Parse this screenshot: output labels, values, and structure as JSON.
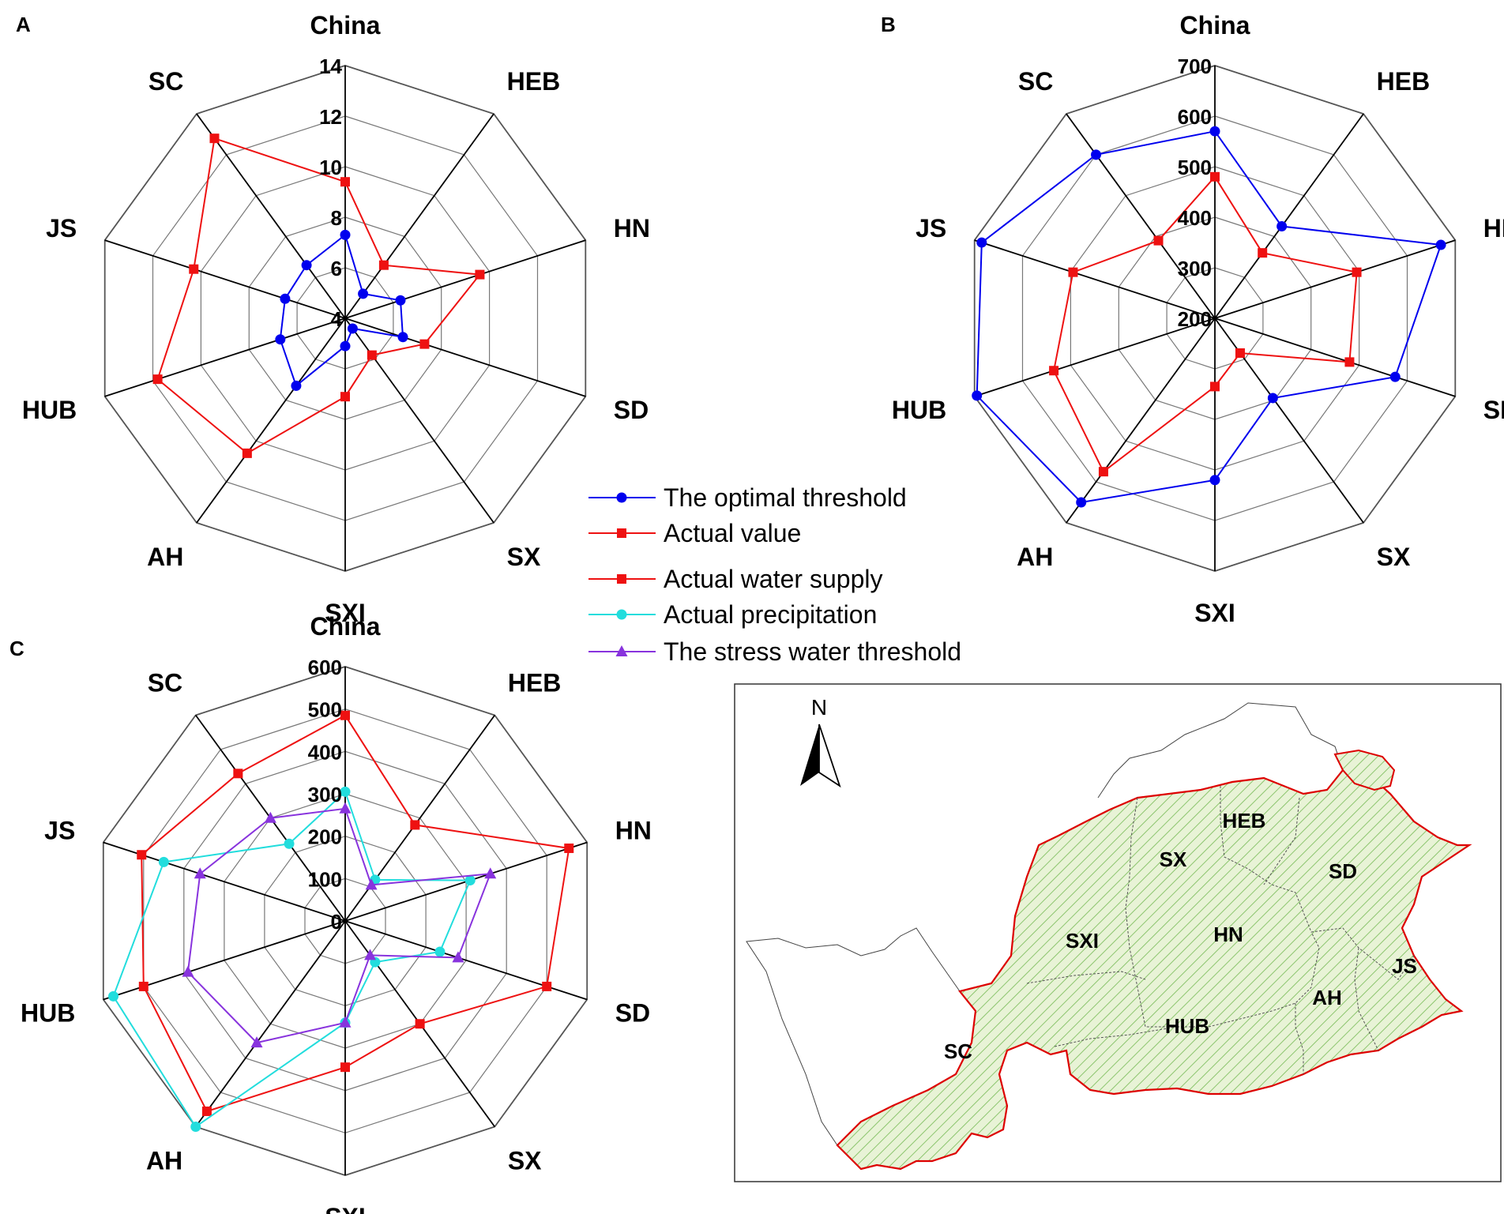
{
  "panels": [
    {
      "letter": "A"
    },
    {
      "letter": "B"
    },
    {
      "letter": "C"
    }
  ],
  "chart_data": [
    {
      "type": "radar",
      "panel": "A",
      "categories": [
        "China",
        "HEB",
        "HN",
        "SD",
        "SX",
        "SXI",
        "AH",
        "HUB",
        "JS",
        "SC"
      ],
      "rlim": [
        4,
        14
      ],
      "ticks": [
        4,
        6,
        8,
        10,
        12,
        14
      ],
      "grid": true,
      "series": [
        {
          "name": "The optimal threshold",
          "color": "#0000ee",
          "marker": "circle",
          "values": [
            7.3,
            5.2,
            6.3,
            6.4,
            4.5,
            5.1,
            7.3,
            6.7,
            6.5,
            6.6
          ]
        },
        {
          "name": "Actual value",
          "color": "#ee1111",
          "marker": "square",
          "values": [
            9.4,
            6.6,
            9.6,
            7.3,
            5.8,
            7.1,
            10.6,
            11.8,
            10.3,
            12.8
          ]
        }
      ]
    },
    {
      "type": "radar",
      "panel": "B",
      "categories": [
        "China",
        "HEB",
        "HN",
        "SD",
        "SX",
        "SXI",
        "AH",
        "HUB",
        "JS",
        "SC"
      ],
      "rlim": [
        200,
        700
      ],
      "ticks": [
        200,
        300,
        400,
        500,
        600,
        700
      ],
      "grid": true,
      "series": [
        {
          "name": "The optimal threshold",
          "color": "#0000ee",
          "marker": "circle",
          "values": [
            570,
            425,
            670,
            575,
            395,
            520,
            650,
            695,
            685,
            600
          ]
        },
        {
          "name": "Actual value",
          "color": "#ee1111",
          "marker": "square",
          "values": [
            480,
            360,
            495,
            480,
            285,
            335,
            575,
            535,
            495,
            390
          ]
        }
      ]
    },
    {
      "type": "radar",
      "panel": "C",
      "categories": [
        "China",
        "HEB",
        "HN",
        "SD",
        "SX",
        "SXI",
        "AH",
        "HUB",
        "JS",
        "SC"
      ],
      "rlim": [
        0,
        600
      ],
      "ticks": [
        0,
        100,
        200,
        300,
        400,
        500,
        600
      ],
      "grid": true,
      "series": [
        {
          "name": "Actual water supply",
          "color": "#ee1111",
          "marker": "square",
          "values": [
            485,
            280,
            555,
            500,
            300,
            345,
            555,
            500,
            505,
            430
          ]
        },
        {
          "name": "Actual precipitation",
          "color": "#22dddd",
          "marker": "circle",
          "values": [
            305,
            120,
            310,
            235,
            120,
            240,
            600,
            575,
            450,
            225
          ]
        },
        {
          "name": "The stress water threshold",
          "color": "#8833dd",
          "marker": "triangle",
          "values": [
            265,
            105,
            360,
            280,
            100,
            240,
            355,
            390,
            360,
            300
          ]
        }
      ]
    }
  ],
  "legend": [
    {
      "label": "The optimal threshold",
      "color": "#0000ee",
      "marker": "circle"
    },
    {
      "label": "Actual value",
      "color": "#ee1111",
      "marker": "square"
    },
    {
      "label": "Actual water supply",
      "color": "#ee1111",
      "marker": "square"
    },
    {
      "label": "Actual precipitation",
      "color": "#22dddd",
      "marker": "circle"
    },
    {
      "label": "The stress water threshold",
      "color": "#8833dd",
      "marker": "triangle"
    }
  ],
  "map": {
    "north_label": "N",
    "region_labels": [
      "HEB",
      "SX",
      "SD",
      "SXI",
      "HN",
      "JS",
      "AH",
      "HUB",
      "SC"
    ],
    "boundary_color": "#dd0000",
    "fill_color": "#e8f3d6",
    "hatch_color": "#8cc56e"
  }
}
